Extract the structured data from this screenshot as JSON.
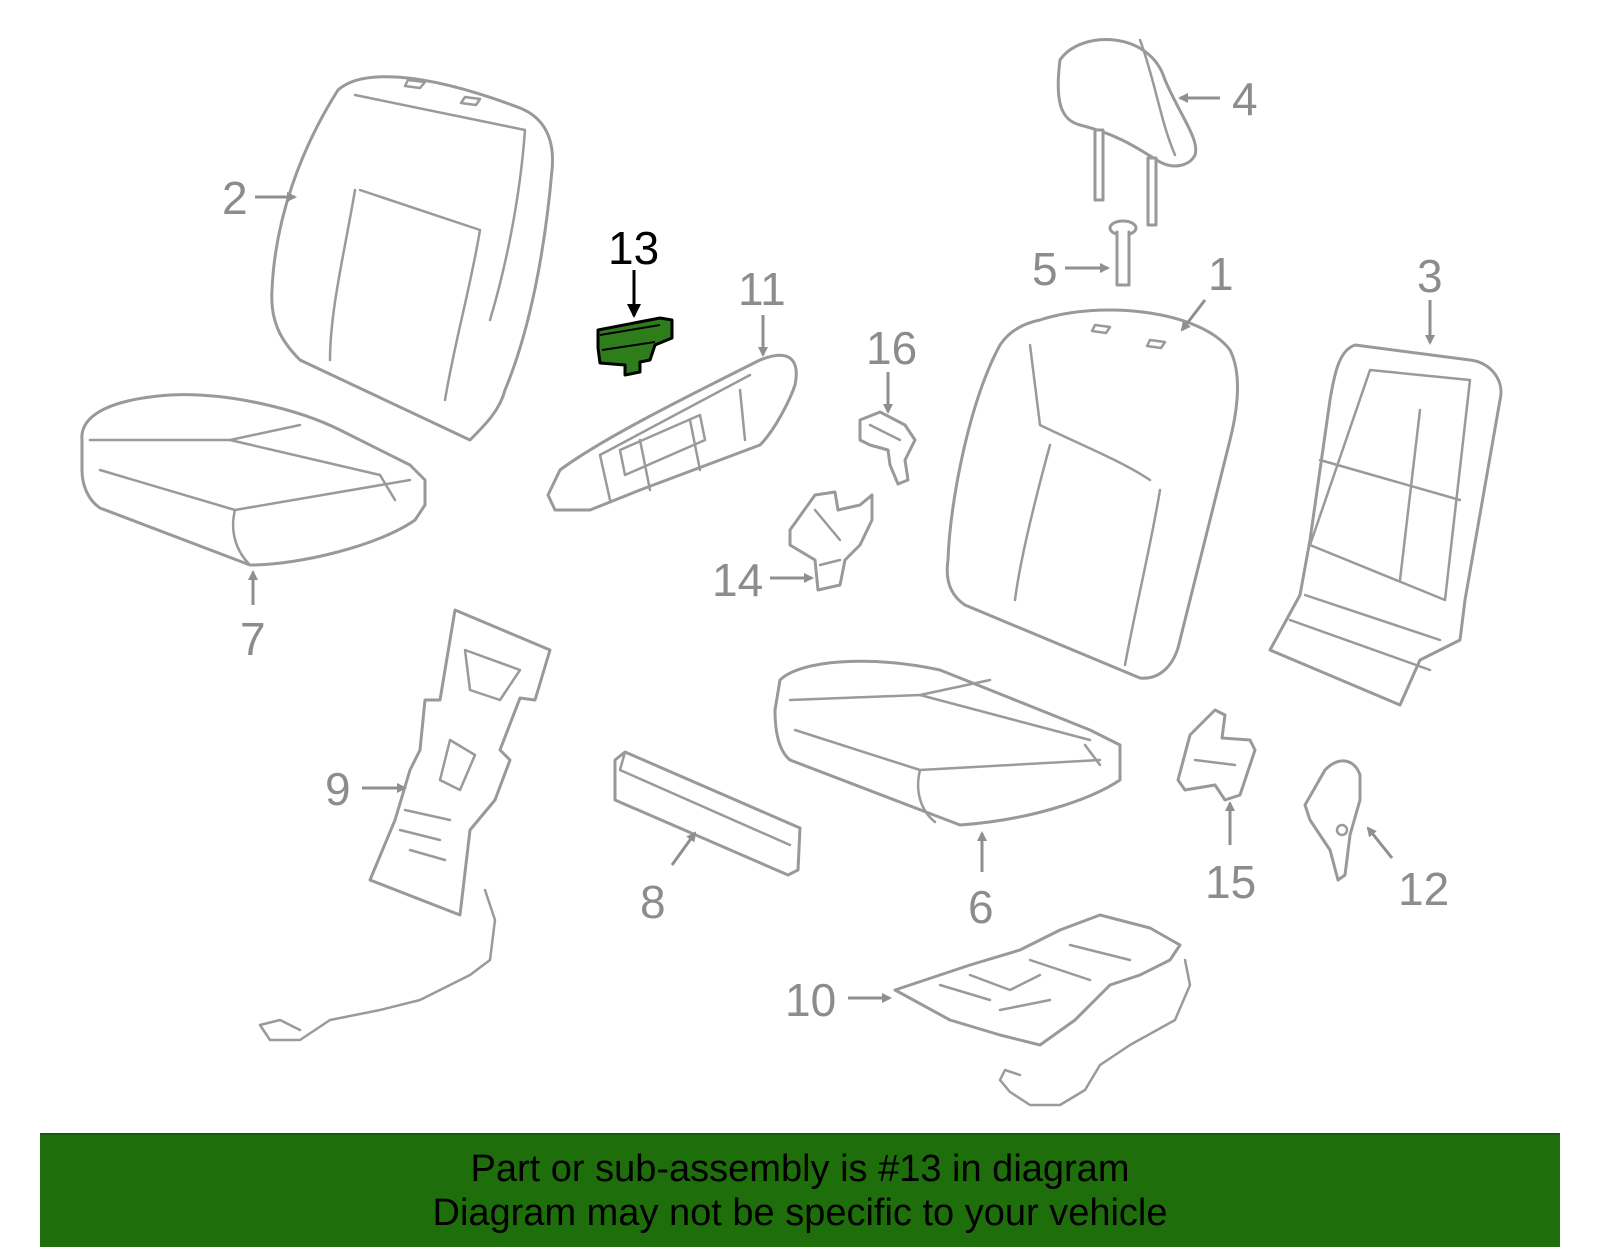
{
  "diagram": {
    "highlighted_part": "13",
    "highlight_color": "#2e7d1a",
    "line_color": "#999999",
    "callouts": [
      {
        "id": "c1",
        "label": "1"
      },
      {
        "id": "c2",
        "label": "2"
      },
      {
        "id": "c3",
        "label": "3"
      },
      {
        "id": "c4",
        "label": "4"
      },
      {
        "id": "c5",
        "label": "5"
      },
      {
        "id": "c6",
        "label": "6"
      },
      {
        "id": "c7",
        "label": "7"
      },
      {
        "id": "c8",
        "label": "8"
      },
      {
        "id": "c9",
        "label": "9"
      },
      {
        "id": "c10",
        "label": "10"
      },
      {
        "id": "c11",
        "label": "11"
      },
      {
        "id": "c12",
        "label": "12"
      },
      {
        "id": "c13",
        "label": "13"
      },
      {
        "id": "c14",
        "label": "14"
      },
      {
        "id": "c15",
        "label": "15"
      },
      {
        "id": "c16",
        "label": "16"
      }
    ]
  },
  "banner": {
    "background": "#1f6e0c",
    "line1": "Part or sub-assembly is #13 in diagram",
    "line2": "Diagram may not be specific to your vehicle"
  }
}
